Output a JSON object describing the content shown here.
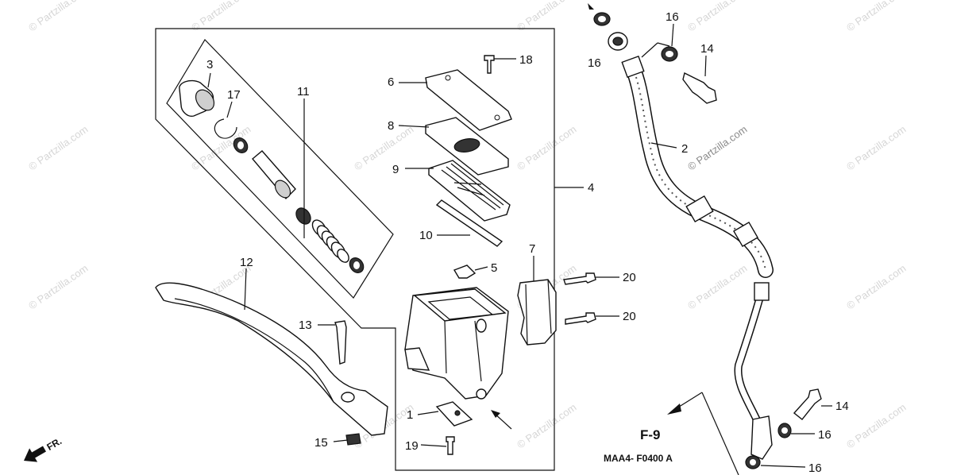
{
  "diagram": {
    "callouts": [
      {
        "id": "c1",
        "label": "1"
      },
      {
        "id": "c2",
        "label": "2"
      },
      {
        "id": "c3",
        "label": "3"
      },
      {
        "id": "c4",
        "label": "4"
      },
      {
        "id": "c5",
        "label": "5"
      },
      {
        "id": "c6",
        "label": "6"
      },
      {
        "id": "c7",
        "label": "7"
      },
      {
        "id": "c8",
        "label": "8"
      },
      {
        "id": "c9",
        "label": "9"
      },
      {
        "id": "c10",
        "label": "10"
      },
      {
        "id": "c11",
        "label": "11"
      },
      {
        "id": "c12",
        "label": "12"
      },
      {
        "id": "c13",
        "label": "13"
      },
      {
        "id": "c14a",
        "label": "14"
      },
      {
        "id": "c14b",
        "label": "14"
      },
      {
        "id": "c15",
        "label": "15"
      },
      {
        "id": "c16a",
        "label": "16"
      },
      {
        "id": "c16b",
        "label": "16"
      },
      {
        "id": "c16c",
        "label": "16"
      },
      {
        "id": "c16d",
        "label": "16"
      },
      {
        "id": "c17",
        "label": "17"
      },
      {
        "id": "c18",
        "label": "18"
      },
      {
        "id": "c19",
        "label": "19"
      },
      {
        "id": "c20a",
        "label": "20"
      },
      {
        "id": "c20b",
        "label": "20"
      }
    ],
    "front_indicator": "FR.",
    "section_ref": "F-9",
    "drawing_code": "MAA4- F0400 A",
    "watermark": "© Partzilla.com"
  }
}
